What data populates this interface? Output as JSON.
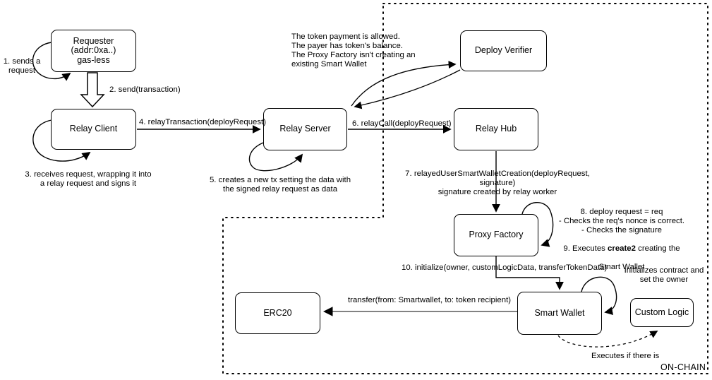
{
  "colors": {
    "line": "#000000",
    "background": "#ffffff",
    "transfer_line": "#595959"
  },
  "boxes": {
    "requester": {
      "label": "Requester\n(addr:0xa..)\ngas-less"
    },
    "relay_client": {
      "label": "Relay Client"
    },
    "relay_server": {
      "label": "Relay Server"
    },
    "deploy_verifier": {
      "label": "Deploy Verifier"
    },
    "relay_hub": {
      "label": "Relay Hub"
    },
    "proxy_factory": {
      "label": "Proxy Factory"
    },
    "smart_wallet": {
      "label": "Smart Wallet"
    },
    "erc20": {
      "label": "ERC20"
    },
    "custom_logic": {
      "label": "Custom Logic"
    }
  },
  "annotations": {
    "step1": "1. sends a\nrequest",
    "step2": "2. send(transaction)",
    "step3": "3. receives request, wrapping it into\na relay request and signs it",
    "step4": "4. relayTransaction(deployRequest)",
    "step5": "5. creates a new tx setting the data with\nthe signed relay request as data",
    "step6": "6. relayCall(deployRequest)",
    "step7": "7. relayedUserSmartWalletCreation(deployRequest, signature)\nsignature created by relay worker",
    "step8": "8. deploy request = req\n- Checks the req's nonce is correct.\n- Checks the signature",
    "step9_pre": "9. Executes ",
    "step9_bold": "create2",
    "step9_post": " creating the",
    "step9_line2": "Smart Wallet",
    "step10": "10. initialize(owner, customLogicData, transferTokenData)",
    "verifier_note": "The token payment is allowed.\nThe payer has token's balance.\nThe Proxy Factory isn't creating an\nexisting Smart Wallet",
    "init_note": "Initializes contract and\nset the owner",
    "transfer_label": "transfer(from: Smartwallet, to: token recipient)",
    "executes_note": "Executes if there is",
    "onchain": "ON-CHAIN"
  }
}
